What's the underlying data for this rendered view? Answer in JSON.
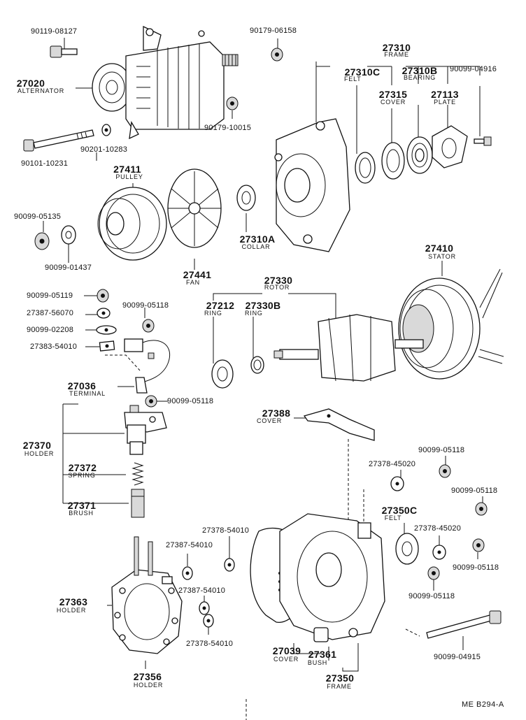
{
  "parts": {
    "p90119_08127": "90119-08127",
    "p90179_06158": "90179-06158",
    "p27310": "27310",
    "p27310_name": "FRAME",
    "p27310c": "27310C",
    "p27310c_name": "FELT",
    "p27310b": "27310B",
    "p27310b_name": "BEARING",
    "p90099_04916": "90099-04916",
    "p27315": "27315",
    "p27315_name": "COVER",
    "p27113": "27113",
    "p27113_name": "PLATE",
    "p27020": "27020",
    "p27020_name": "ALTERNATOR",
    "p90179_10015": "90179-10015",
    "p90201_10283": "90201-10283",
    "p90101_10231": "90101-10231",
    "p27411": "27411",
    "p27411_name": "PULLEY",
    "p90099_05135": "90099-05135",
    "p90099_01437": "90099-01437",
    "p27310a": "27310A",
    "p27310a_name": "COLLAR",
    "p27441": "27441",
    "p27441_name": "FAN",
    "p27410": "27410",
    "p27410_name": "STATOR",
    "p90099_05119": "90099-05119",
    "p27330": "27330",
    "p27330_name": "ROTOR",
    "p27387_56070": "27387-56070",
    "p90099_05118_a": "90099-05118",
    "p27212": "27212",
    "p27212_name": "RING",
    "p27330b": "27330B",
    "p27330b_name": "RING",
    "p90099_02208": "90099-02208",
    "p27383_54010": "27383-54010",
    "p27036": "27036",
    "p27036_name": "TERMINAL",
    "p90099_05118_b": "90099-05118",
    "p27388": "27388",
    "p27388_name": "COVER",
    "p27370": "27370",
    "p27370_name": "HOLDER",
    "p90099_05118_c": "90099-05118",
    "p27378_45020_a": "27378-45020",
    "p27372": "27372",
    "p27372_name": "SPRING",
    "p90099_05118_d": "90099-05118",
    "p27371": "27371",
    "p27371_name": "BRUSH",
    "p27350c": "27350C",
    "p27350c_name": "FELT",
    "p27378_45020_b": "27378-45020",
    "p27378_54010_a": "27378-54010",
    "p27387_54010_a": "27387-54010",
    "p90099_05118_e": "90099-05118",
    "p27363": "27363",
    "p27363_name": "HOLDER",
    "p27387_54010_b": "27387-54010",
    "p90099_05118_f": "90099-05118",
    "p27378_54010_b": "27378-54010",
    "p27039": "27039",
    "p27039_name": "COVER",
    "p27361": "27361",
    "p27361_name": "BUSH",
    "p90099_04915": "90099-04915",
    "p27356": "27356",
    "p27356_name": "HOLDER",
    "p27350": "27350",
    "p27350_name": "FRAME"
  },
  "reference": "ME B294-A"
}
